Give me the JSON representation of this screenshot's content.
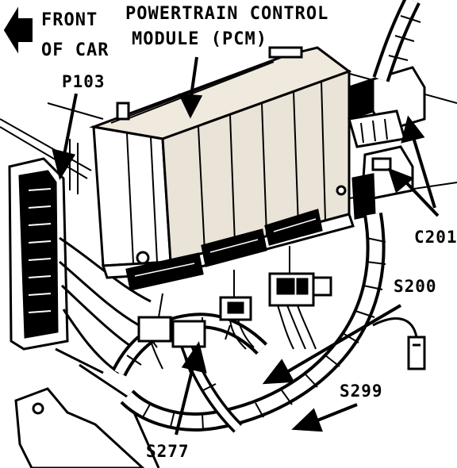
{
  "header": {
    "front_line1": "FRONT",
    "front_line2": "OF CAR",
    "pcm_line1": "POWERTRAIN CONTROL",
    "pcm_line2": "MODULE (PCM)"
  },
  "labels": {
    "p103": "P103",
    "c201": "C201",
    "s200": "S200",
    "s299": "S299",
    "s277": "S277"
  },
  "icons": {
    "front_arrow": "arrow-left-icon"
  },
  "colors": {
    "ink": "#000000",
    "paper": "#ffffff",
    "shade": "#e9e3d8"
  }
}
